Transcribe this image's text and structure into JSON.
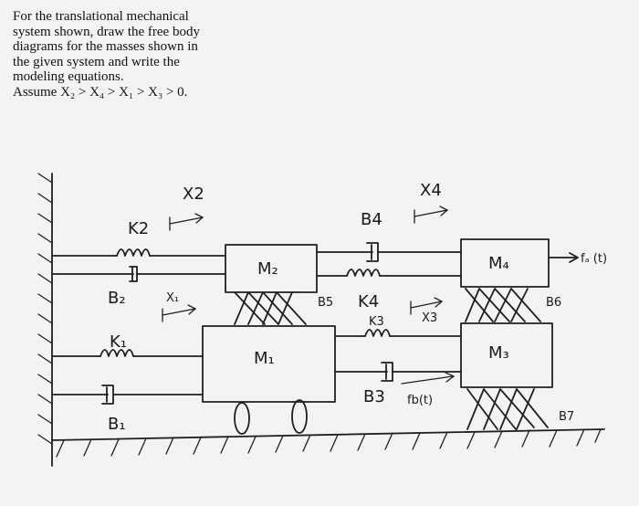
{
  "question": {
    "lines": [
      "For the translational mechanical",
      "system shown, draw the free body",
      "diagrams for the masses shown in",
      "the given system and write the",
      "modeling equations.",
      "Assume X₂ > X₄ > X₁ > X₃ > 0."
    ]
  },
  "masses": {
    "m1": "M₁",
    "m2": "M₂",
    "m3": "M₃",
    "m4": "M₄"
  },
  "springs": {
    "k1": "K₁",
    "k2": "K2",
    "k3": "K3",
    "k4": "K4"
  },
  "dampers": {
    "b1": "B₁",
    "b2": "B₂",
    "b3": "B3",
    "b4": "B4",
    "b5": "B5",
    "b6": "B6",
    "b7": "B7"
  },
  "displacements": {
    "x1": "X₁",
    "x2": "X2",
    "x3": "X3",
    "x4": "X4"
  },
  "forces": {
    "fa": "fₐ (t)",
    "fb": "fb(t)"
  }
}
